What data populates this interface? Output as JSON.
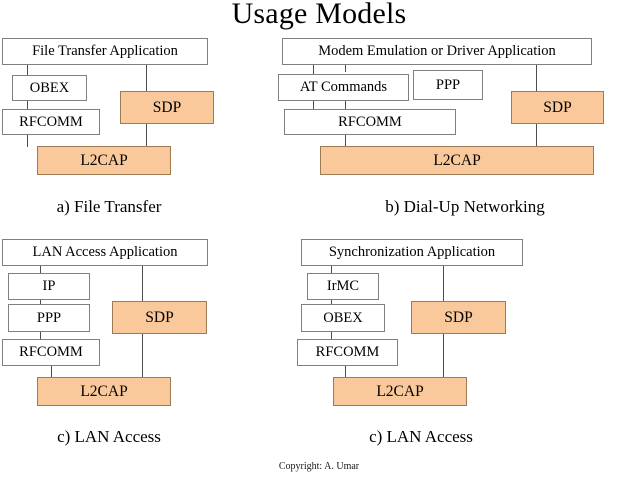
{
  "slide": {
    "title": "Usage Models",
    "footer": "Copyright: A. Umar",
    "accent_color": "#f9c89b",
    "box_border_color": "#808080",
    "orange_border_color": "#9c7b55",
    "line_color": "#4d4d4d",
    "background_color": "#ffffff"
  },
  "panels": [
    {
      "id": "file-transfer",
      "caption": "a) File Transfer",
      "nodes": {
        "application": "File Transfer Application",
        "upper_protocol": "OBEX",
        "transport": "RFCOMM",
        "discovery": "SDP",
        "link": "L2CAP"
      }
    },
    {
      "id": "dial-up-networking",
      "caption": "b) Dial-Up Networking",
      "nodes": {
        "application": "Modem Emulation or Driver Application",
        "upper_protocol": "AT Commands",
        "secondary_protocol": "PPP",
        "transport": "RFCOMM",
        "discovery": "SDP",
        "link": "L2CAP"
      }
    },
    {
      "id": "lan-access",
      "caption": "c) LAN Access",
      "nodes": {
        "application": "LAN Access Application",
        "upper_protocol": "IP",
        "secondary_protocol": "PPP",
        "transport": "RFCOMM",
        "discovery": "SDP",
        "link": "L2CAP"
      }
    },
    {
      "id": "synchronization",
      "caption": "c) LAN Access",
      "nodes": {
        "application": "Synchronization Application",
        "upper_protocol": "IrMC",
        "secondary_protocol": "OBEX",
        "transport": "RFCOMM",
        "discovery": "SDP",
        "link": "L2CAP"
      }
    }
  ]
}
